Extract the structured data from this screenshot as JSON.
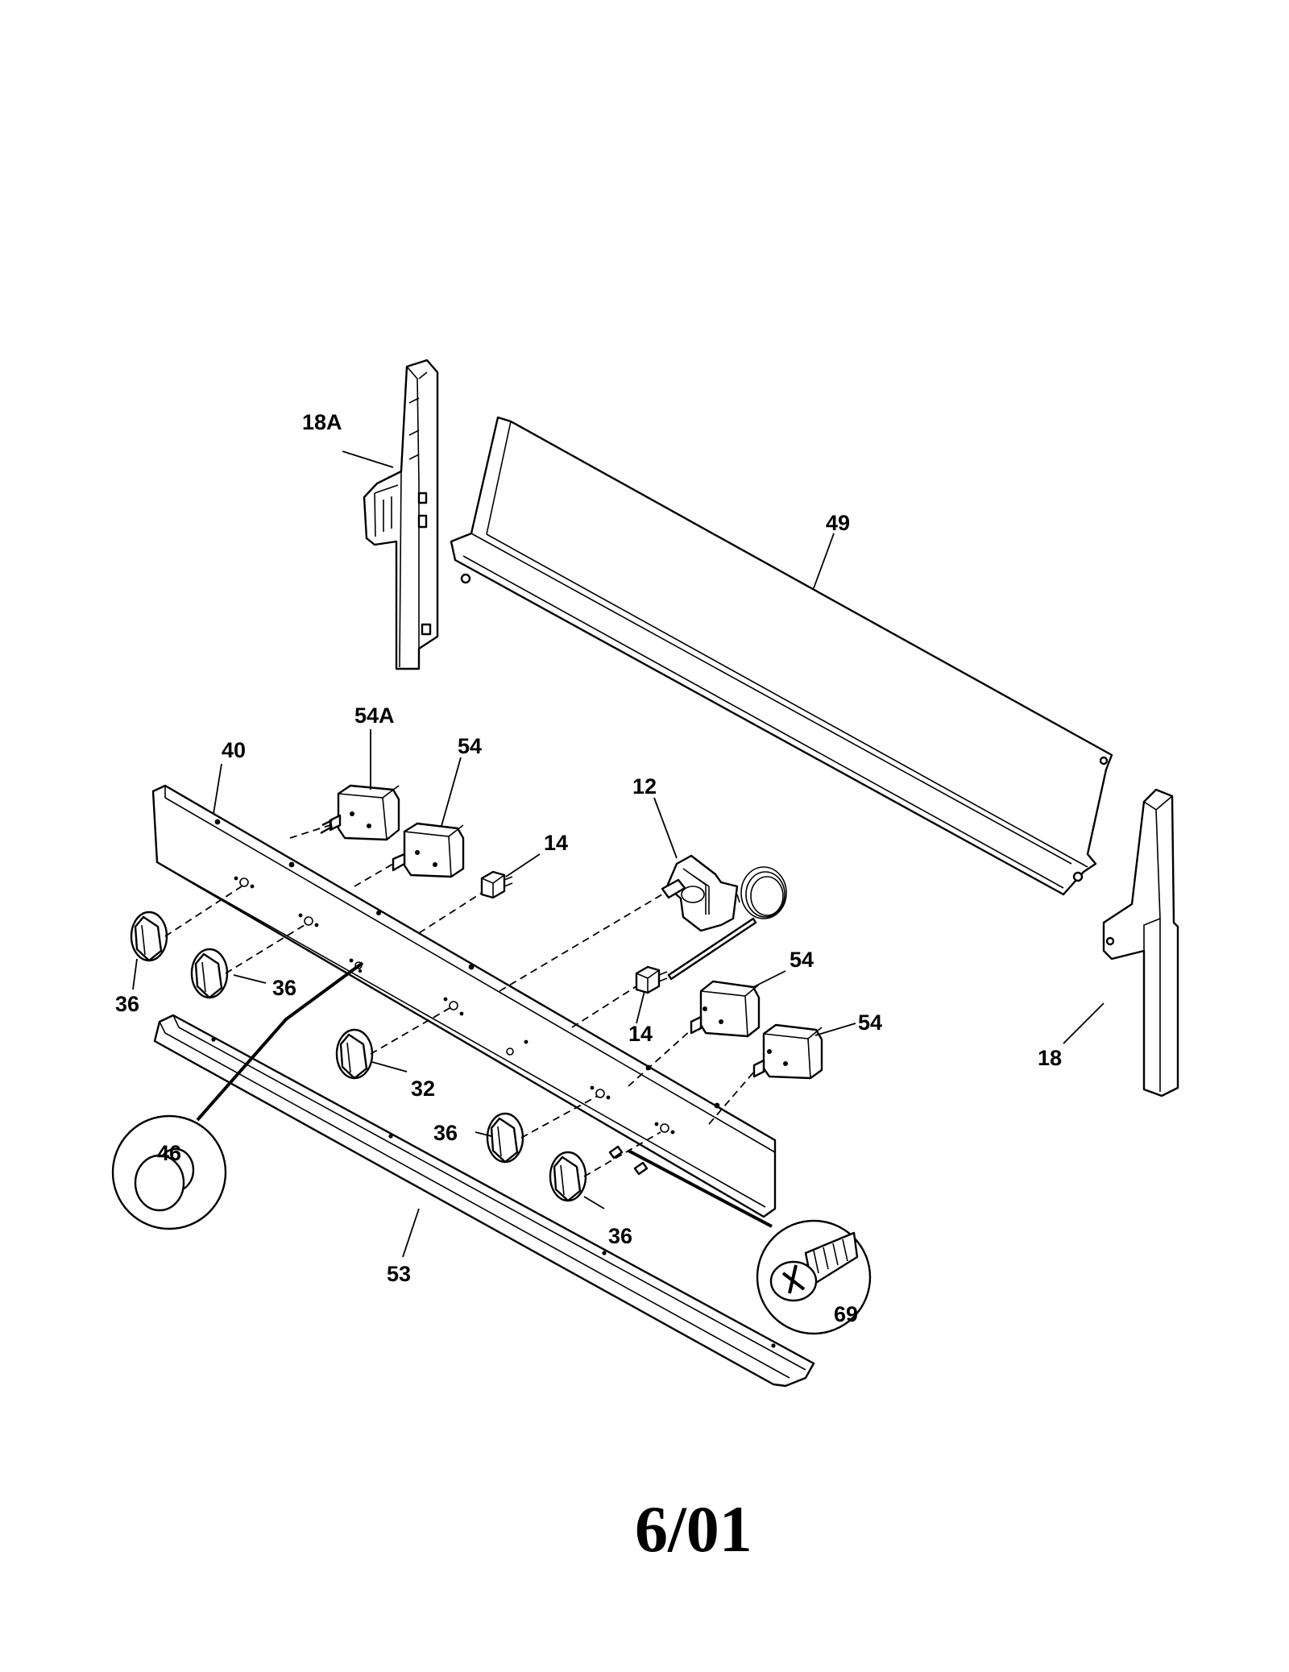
{
  "labels": {
    "p18a": "18A",
    "p49": "49",
    "p54a": "54A",
    "p54_top": "54",
    "p40": "40",
    "p12": "12",
    "p14_top": "14",
    "p14_bottom": "14",
    "p54_mid": "54",
    "p54_right": "54",
    "p18": "18",
    "p36_a": "36",
    "p36_b": "36",
    "p32": "32",
    "p36_c": "36",
    "p36_d": "36",
    "p46": "46",
    "p53": "53",
    "p69": "69"
  },
  "footer": {
    "code": "6/01"
  }
}
